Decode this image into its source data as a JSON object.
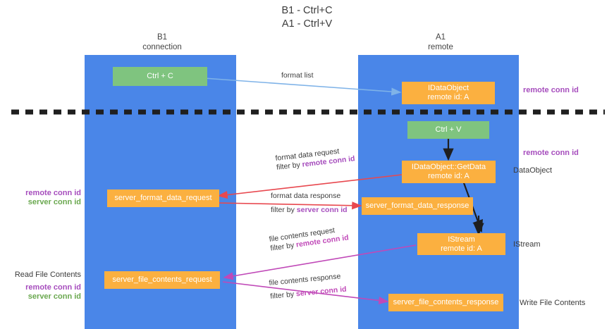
{
  "title": {
    "line1": "B1 - Ctrl+C",
    "line2": "A1 - Ctrl+V"
  },
  "lanes": [
    {
      "id": "b1",
      "name": "B1",
      "sub": "connection",
      "color": "#4a86e8"
    },
    {
      "id": "a1",
      "name": "A1",
      "sub": "remote",
      "color": "#4a86e8"
    }
  ],
  "colors": {
    "lane": "#4a86e8",
    "green_box": "#7fc47f",
    "orange_box": "#fbb040",
    "purple": "#a64dbd",
    "green_text": "#6aa84f",
    "red_arrow": "#e8484f",
    "magenta_arrow": "#c049b8",
    "blue_arrow": "#7fb3e8",
    "dark_arrow": "#1f1f1f"
  },
  "boxes": {
    "ctrl_c": {
      "label": "Ctrl + C",
      "style": "green"
    },
    "idataobject": {
      "label1": "IDataObject",
      "label2": "remote id: A",
      "style": "orange"
    },
    "ctrl_v": {
      "label": "Ctrl + V",
      "style": "green"
    },
    "getdata": {
      "label1": "IDataObject::GetData",
      "label2": "remote id: A",
      "style": "orange"
    },
    "server_format_data_request": {
      "label": "server_format_data_request",
      "style": "orange"
    },
    "server_format_data_response": {
      "label": "server_format_data_response",
      "style": "orange"
    },
    "istream": {
      "label1": "IStream",
      "label2": "remote id: A",
      "style": "orange"
    },
    "server_file_contents_request": {
      "label": "server_file_contents_request",
      "style": "orange"
    },
    "server_file_contents_response": {
      "label": "server_file_contents_response",
      "style": "orange"
    }
  },
  "edges": {
    "format_list": {
      "label": "format list"
    },
    "format_data_request": {
      "label": "format data request",
      "filter_prefix": "filter by ",
      "filter_value": "remote conn id"
    },
    "format_data_response": {
      "label": "format data response",
      "filter_prefix": "filter by ",
      "filter_value": "server conn id"
    },
    "file_contents_request": {
      "label": "file contents request",
      "filter_prefix": "filter by ",
      "filter_value": "remote conn id"
    },
    "file_contents_response": {
      "label": "file contents response",
      "filter_prefix": "filter by ",
      "filter_value": "server conn id"
    }
  },
  "annotations": {
    "right_remote_conn_id_1": "remote conn id",
    "right_remote_conn_id_2": "remote conn id",
    "right_dataobject": "DataObject",
    "right_istream": "IStream",
    "right_write_file_contents": "Write File Contents",
    "left_remote_conn_id_1": "remote conn id",
    "left_server_conn_id_1": "server conn id",
    "left_read_file_contents": "Read File Contents",
    "left_remote_conn_id_2": "remote conn id",
    "left_server_conn_id_2": "server conn id"
  }
}
